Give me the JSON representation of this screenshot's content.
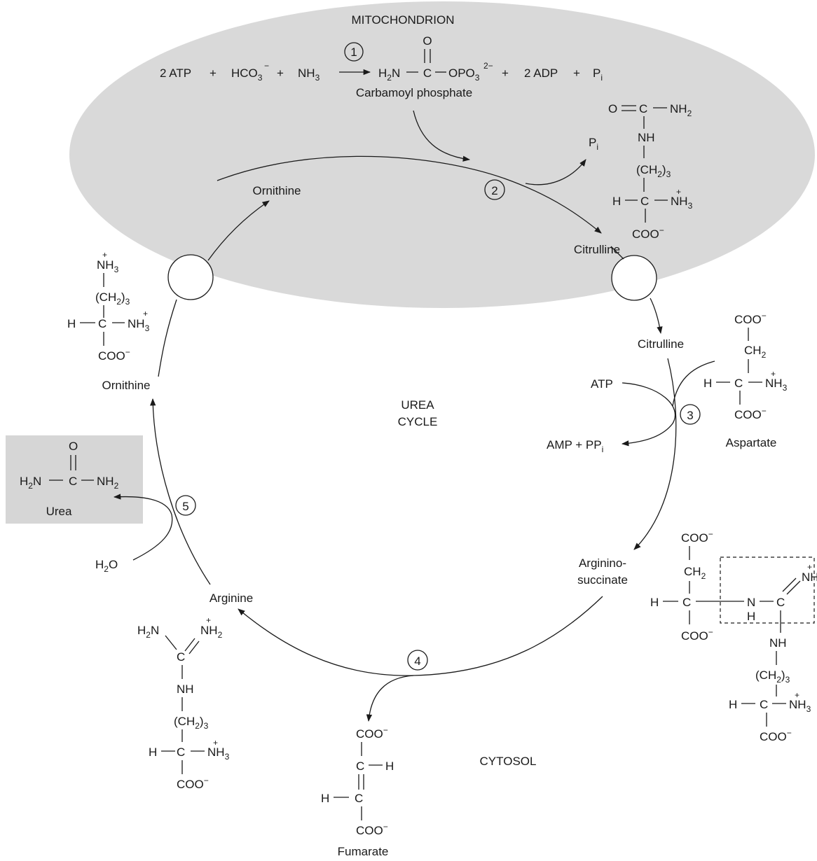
{
  "compartments": {
    "mitochondrion": "MITOCHONDRION",
    "cytosol": "CYTOSOL",
    "cycle_line1": "UREA",
    "cycle_line2": "CYCLE"
  },
  "steps": [
    "1",
    "2",
    "3",
    "4",
    "5"
  ],
  "reaction1": {
    "atp": "2 ATP",
    "plus": "+",
    "hco": "HCO",
    "hco_sub": "3",
    "hco_sup": "−",
    "nh": "NH",
    "nh_sub": "3",
    "product_label": "Carbamoyl phosphate",
    "adp": "2 ADP",
    "pi": "P",
    "pi_sub": "i"
  },
  "metabolites": {
    "ornithine": "Ornithine",
    "citrulline": "Citrulline",
    "aspartate": "Aspartate",
    "argininosuccinate_1": "Arginino-",
    "argininosuccinate_2": "succinate",
    "arginine": "Arginine",
    "fumarate": "Fumarate",
    "urea": "Urea",
    "water": "H",
    "water_sub": "2",
    "water_end": "O",
    "atp": "ATP",
    "amp": "AMP + PP",
    "amp_sub": "i",
    "pi": "P",
    "pi_sub": "i"
  },
  "colors": {
    "mitochondrion_fill": "#d9d9d9",
    "urea_box_fill": "#d6d6d6",
    "stroke": "#1a1a1a"
  }
}
